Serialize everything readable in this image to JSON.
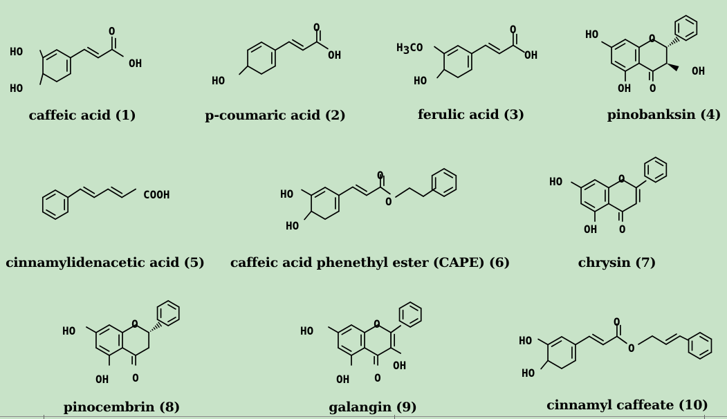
{
  "figure": {
    "compounds": [
      {
        "id": "1",
        "name": "caffeic acid (1)",
        "atoms": [
          "HO",
          "HO",
          "O",
          "OH"
        ]
      },
      {
        "id": "2",
        "name": "p-coumaric acid (2)",
        "atoms": [
          "HO",
          "O",
          "OH"
        ]
      },
      {
        "id": "3",
        "name": "ferulic acid (3)",
        "atoms": [
          "H",
          "3",
          "CO",
          "HO",
          "O",
          "OH"
        ]
      },
      {
        "id": "4",
        "name": "pinobanksin (4)",
        "atoms": [
          "HO",
          "O",
          "OH",
          "O",
          "OH"
        ]
      },
      {
        "id": "5",
        "name": "cinnamylidenacetic acid (5)",
        "atoms": [
          "COOH"
        ]
      },
      {
        "id": "6",
        "name": "caffeic acid phenethyl ester (CAPE) (6)",
        "atoms": [
          "HO",
          "HO",
          "O",
          "O"
        ]
      },
      {
        "id": "7",
        "name": "chrysin (7)",
        "atoms": [
          "HO",
          "O",
          "OH",
          "O"
        ]
      },
      {
        "id": "8",
        "name": "pinocembrin (8)",
        "atoms": [
          "HO",
          "O",
          "OH",
          "O"
        ]
      },
      {
        "id": "9",
        "name": "galangin (9)",
        "atoms": [
          "HO",
          "O",
          "OH",
          "OH",
          "O"
        ]
      },
      {
        "id": "10",
        "name": "cinnamyl caffeate (10)",
        "atoms": [
          "HO",
          "HO",
          "O",
          "O"
        ]
      }
    ]
  }
}
